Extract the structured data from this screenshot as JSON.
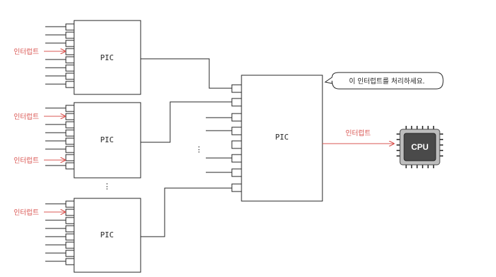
{
  "diagram": {
    "pic_label": "PIC",
    "master_pic_label": "PIC",
    "interrupt_label": "인터럽트",
    "cpu_label": "CPU",
    "speech_bubble": "이 인터럽트를 처리하세요.",
    "ellipsis": "⋮",
    "colors": {
      "line": "#222222",
      "interrupt": "#d9534f",
      "cpu_body": "#4a4a4a"
    }
  }
}
